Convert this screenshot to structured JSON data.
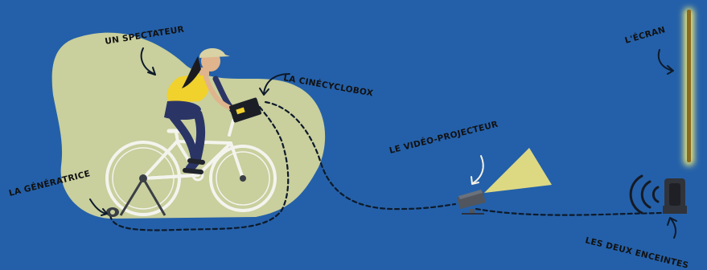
{
  "colors": {
    "background": "#2460a9",
    "blob": "#c9cf9d",
    "screen": "#8a6a1e",
    "screen_glow": "#e7e77a",
    "projector_beam": "#ddd983",
    "moon": "#a9acb6",
    "shirt": "#f1d12c",
    "wire": "#0d1a2b"
  },
  "labels": {
    "spectator": "UN SPECTATEUR",
    "cinecyclobox": "LA CINÉCYCLOBOX",
    "generator": "LA GÉNÉRATRICE",
    "projector": "LE VIDÉO-PROJECTEUR",
    "screen": "L'ÉCRAN",
    "speakers": "LES DEUX ENCEINTES"
  },
  "icons": [
    "moon-icon",
    "cyclist-illustration",
    "bicycle-icon",
    "cinecyclobox-icon",
    "dynamo-generator-icon",
    "video-projector-icon",
    "light-beam",
    "screen-icon",
    "speaker-icon",
    "sound-waves-icon"
  ]
}
